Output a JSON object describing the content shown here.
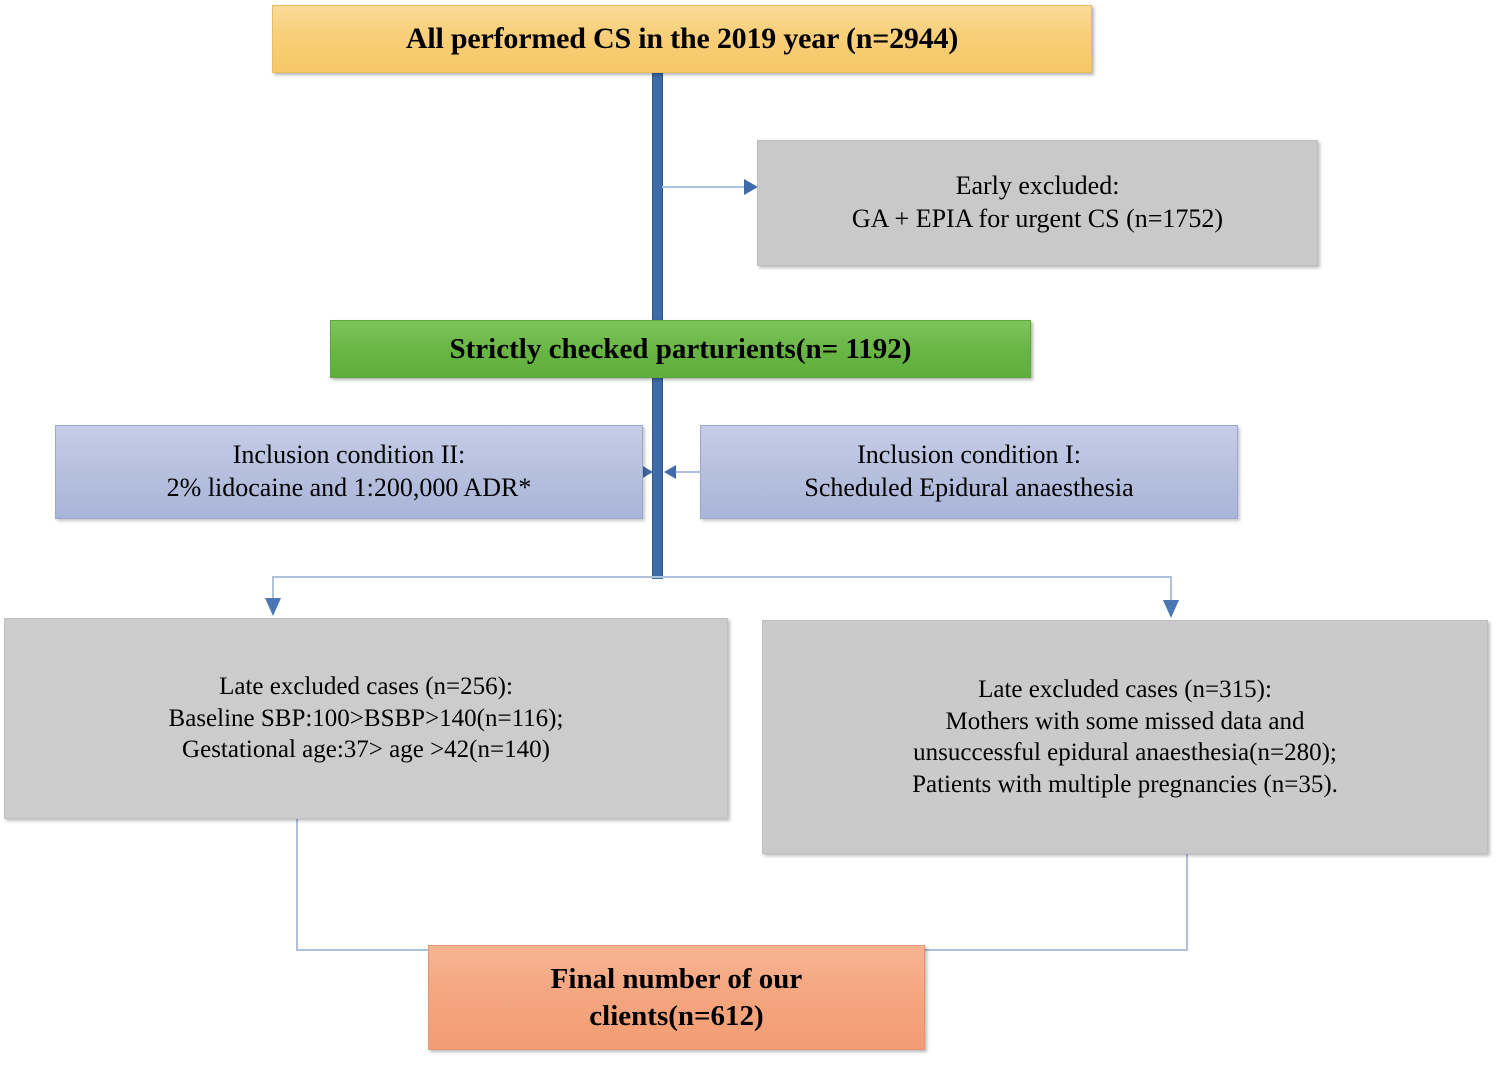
{
  "diagram": {
    "title": "Patient selection flow diagram for caesarean section epidural anaesthesia study",
    "colors": {
      "start_box": "#f8cf79",
      "excluded_box": "#c9c9c9",
      "checked_box": "#68b544",
      "inclusion_box": "#b6c0de",
      "final_box": "#f4a57e",
      "connector_thick": "#3f6ba8",
      "connector_thin": "#aec1dd"
    },
    "nodes": {
      "all_performed_cs": {
        "lines": [
          "All performed CS in the 2019 year (n=2944)"
        ],
        "n": 2944
      },
      "early_excluded": {
        "lines": [
          "Early excluded:",
          "GA + EPIA for urgent CS (n=1752)"
        ],
        "n": 1752
      },
      "strictly_checked": {
        "lines": [
          "Strictly checked parturients(n= 1192)"
        ],
        "n": 1192
      },
      "inclusion_condition_2": {
        "lines": [
          "Inclusion condition II:",
          "2% lidocaine and 1:200,000 ADR*"
        ]
      },
      "inclusion_condition_1": {
        "lines": [
          "Inclusion condition I:",
          "Scheduled Epidural anaesthesia"
        ]
      },
      "late_excluded_left": {
        "lines": [
          "Late excluded cases (n=256):",
          "Baseline SBP:100>BSBP>140(n=116);",
          "Gestational age:37> age >42(n=140)"
        ],
        "n": 256
      },
      "late_excluded_right": {
        "lines": [
          "Late excluded cases (n=315):",
          "Mothers with some missed data and",
          "unsuccessful epidural anaesthesia(n=280);",
          "Patients with multiple pregnancies (n=35)."
        ],
        "n": 315
      },
      "final_clients": {
        "lines": [
          "Final number of our",
          "clients(n=612)"
        ],
        "n": 612
      }
    }
  }
}
